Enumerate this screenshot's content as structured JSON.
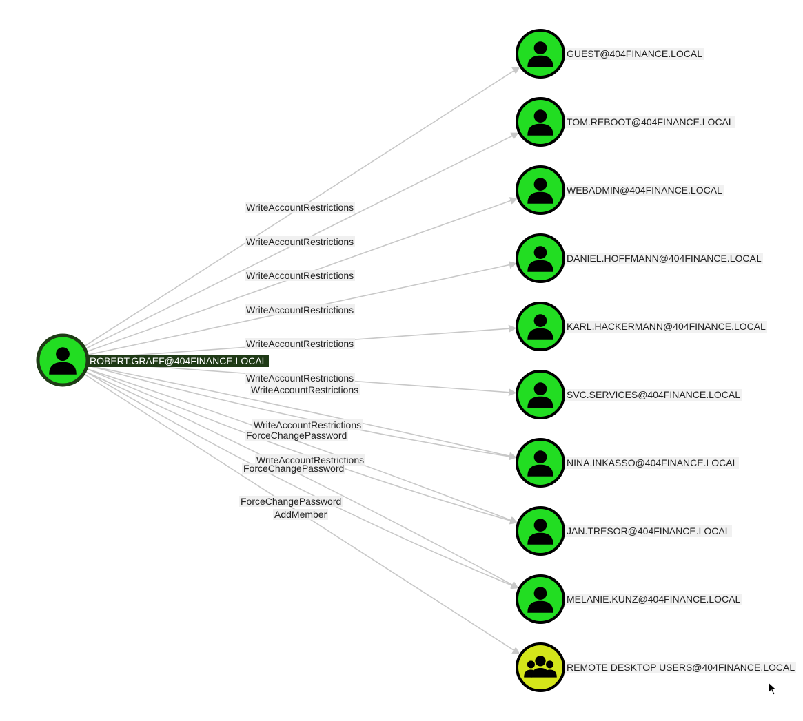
{
  "source": {
    "label": "ROBERT.GRAEF@404FINANCE.LOCAL",
    "icon": "user-icon",
    "color": "#22dd22"
  },
  "targets": [
    {
      "label": "GUEST@404FINANCE.LOCAL",
      "icon": "user-icon",
      "color": "#22dd22"
    },
    {
      "label": "TOM.REBOOT@404FINANCE.LOCAL",
      "icon": "user-icon",
      "color": "#22dd22"
    },
    {
      "label": "WEBADMIN@404FINANCE.LOCAL",
      "icon": "user-icon",
      "color": "#22dd22"
    },
    {
      "label": "DANIEL.HOFFMANN@404FINANCE.LOCAL",
      "icon": "user-icon",
      "color": "#22dd22"
    },
    {
      "label": "KARL.HACKERMANN@404FINANCE.LOCAL",
      "icon": "user-icon",
      "color": "#22dd22"
    },
    {
      "label": "SVC.SERVICES@404FINANCE.LOCAL",
      "icon": "user-icon",
      "color": "#22dd22"
    },
    {
      "label": "NINA.INKASSO@404FINANCE.LOCAL",
      "icon": "user-icon",
      "color": "#22dd22"
    },
    {
      "label": "JAN.TRESOR@404FINANCE.LOCAL",
      "icon": "user-icon",
      "color": "#22dd22"
    },
    {
      "label": "MELANIE.KUNZ@404FINANCE.LOCAL",
      "icon": "user-icon",
      "color": "#22dd22"
    },
    {
      "label": "REMOTE DESKTOP USERS@404FINANCE.LOCAL",
      "icon": "group-icon",
      "color": "#d4e61a"
    }
  ],
  "edges": [
    {
      "target": 0,
      "label": "WriteAccountRestrictions"
    },
    {
      "target": 1,
      "label": "WriteAccountRestrictions"
    },
    {
      "target": 2,
      "label": "WriteAccountRestrictions"
    },
    {
      "target": 3,
      "label": "WriteAccountRestrictions"
    },
    {
      "target": 4,
      "label": "WriteAccountRestrictions"
    },
    {
      "target": 5,
      "label": "WriteAccountRestrictions"
    },
    {
      "target": 6,
      "label": "WriteAccountRestrictions"
    },
    {
      "target": 7,
      "label": "WriteAccountRestrictions"
    },
    {
      "target": 8,
      "label": "WriteAccountRestrictions"
    },
    {
      "target": 6,
      "label": "ForceChangePassword"
    },
    {
      "target": 7,
      "label": "ForceChangePassword"
    },
    {
      "target": 8,
      "label": "ForceChangePassword"
    },
    {
      "target": 9,
      "label": "AddMember"
    }
  ],
  "edge_color": "#c8c8c8"
}
